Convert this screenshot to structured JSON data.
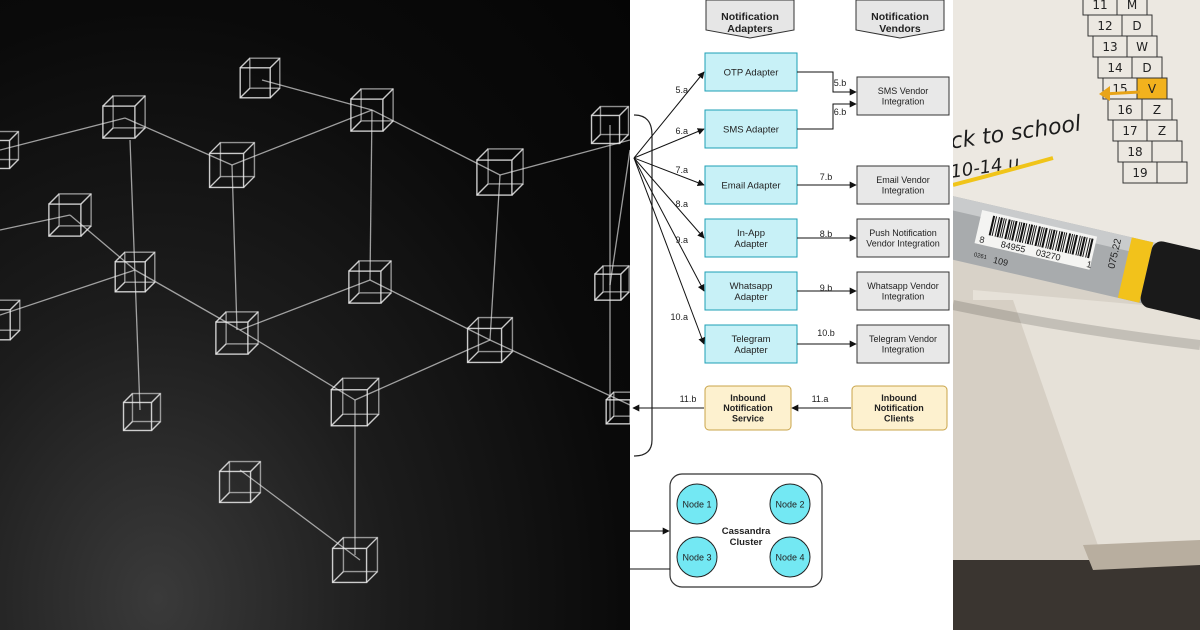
{
  "diagram": {
    "header_adapters": [
      "Notification",
      "Adapters"
    ],
    "header_vendors": [
      "Notification",
      "Vendors"
    ],
    "adapters": [
      {
        "lines": [
          "OTP Adapter"
        ],
        "label": "5.a"
      },
      {
        "lines": [
          "SMS Adapter"
        ],
        "label": "6.a"
      },
      {
        "lines": [
          "Email Adapter"
        ],
        "label": "7.a"
      },
      {
        "lines": [
          "In-App",
          "Adapter"
        ],
        "label": "8.a"
      },
      {
        "lines": [
          "Whatsapp",
          "Adapter"
        ],
        "label": "9.a"
      },
      {
        "lines": [
          "Telegram",
          "Adapter"
        ],
        "label": "10.a"
      }
    ],
    "vendors": [
      {
        "lines": [
          "SMS Vendor",
          "Integration"
        ]
      },
      {
        "lines": [
          "Email Vendor",
          "Integration"
        ]
      },
      {
        "lines": [
          "Push Notification",
          "Vendor Integration"
        ]
      },
      {
        "lines": [
          "Whatsapp Vendor",
          "Integration"
        ]
      },
      {
        "lines": [
          "Telegram Vendor",
          "Integration"
        ]
      }
    ],
    "vendor_edge_labels": [
      "5.b",
      "6.b",
      "7.b",
      "8.b",
      "9.b",
      "10.b"
    ],
    "inbound_service": [
      "Inbound",
      "Notification",
      "Service"
    ],
    "inbound_clients": [
      "Inbound",
      "Notification",
      "Clients"
    ],
    "inbound_labels": [
      "11.b",
      "11.a"
    ],
    "cluster_label": [
      "Cassandra",
      "Cluster"
    ],
    "nodes": [
      "Node 1",
      "Node 2",
      "Node 3",
      "Node 4"
    ],
    "colors": {
      "adapter_fill": "#c8f1f7",
      "adapter_stroke": "#1d9fb5",
      "vendor_fill": "#e8e8e8",
      "inbound_fill": "#fdf1cf",
      "inbound_stroke": "#c9a44a",
      "node_fill": "#73e8f3"
    }
  },
  "notebook": {
    "handwriting": [
      "ck to school",
      "10-14 u"
    ],
    "table_rows": [
      [
        "11",
        "M"
      ],
      [
        "12",
        "D"
      ],
      [
        "13",
        "W"
      ],
      [
        "14",
        "D"
      ],
      [
        "15",
        "V"
      ],
      [
        "16",
        "Z"
      ],
      [
        "17",
        "Z"
      ],
      [
        "18",
        ""
      ],
      [
        "19",
        ""
      ]
    ],
    "highlight_row": 4
  },
  "pen": {
    "barcode_digits": [
      "8",
      "84955",
      "03270",
      "1"
    ],
    "code_small": "0261",
    "code_large": "109",
    "side_code": "075.22"
  }
}
